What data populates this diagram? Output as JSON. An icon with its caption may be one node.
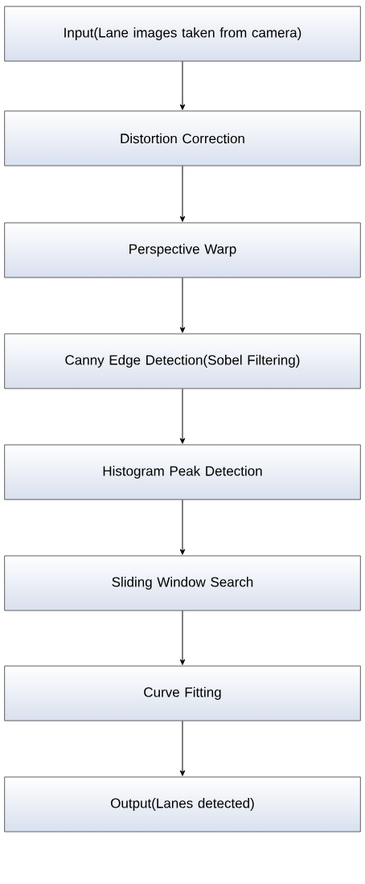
{
  "diagram": {
    "nodes": [
      {
        "text": [
          "Input(Lane images taken from camera)"
        ]
      },
      {
        "text": [
          "Distortion Correction"
        ]
      },
      {
        "text": [
          "Perspective Warp"
        ]
      },
      {
        "text": [
          "Canny Edge Detection(Sobel Filtering)"
        ]
      },
      {
        "text": [
          "Histogram Peak Detection"
        ]
      },
      {
        "text": [
          "Sliding Window Search"
        ]
      },
      {
        "text": [
          "Curve Fitting"
        ]
      },
      {
        "text": [
          "Output(Lanes detected)"
        ]
      }
    ],
    "edges": [
      {
        "from": 0,
        "to": 1,
        "arrow": "to"
      },
      {
        "from": 1,
        "to": 2,
        "arrow": "to"
      },
      {
        "from": 2,
        "to": 3,
        "arrow": "to"
      },
      {
        "from": 3,
        "to": 4,
        "arrow": "to"
      },
      {
        "from": 4,
        "to": 5,
        "arrow": "to"
      },
      {
        "from": 5,
        "to": 6,
        "arrow": "to"
      },
      {
        "from": 6,
        "to": 7,
        "arrow": "to"
      }
    ]
  }
}
